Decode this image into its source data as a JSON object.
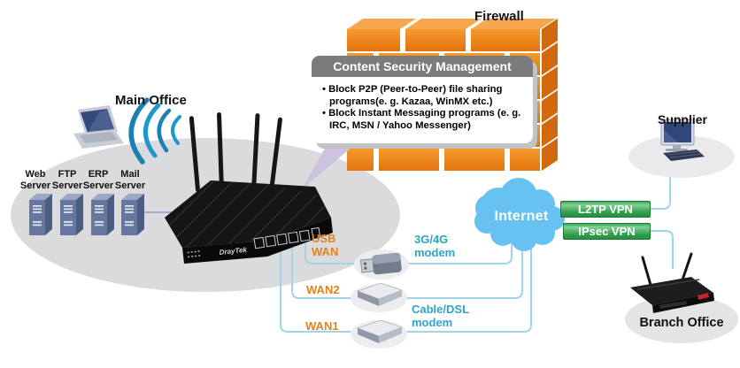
{
  "labels": {
    "firewall": "Firewall",
    "main_office": "Main Office",
    "supplier": "Supplier",
    "branch_office": "Branch Office",
    "internet": "Internet"
  },
  "servers": [
    "Web\nServer",
    "FTP\nServer",
    "ERP\nServer",
    "Mail\nServer"
  ],
  "wan_labels": {
    "usb_wan": "USB\nWAN",
    "wan2": "WAN2",
    "wan1": "WAN1"
  },
  "modem_labels": {
    "modem_3g4g": "3G/4G\nmodem",
    "modem_cable_dsl": "Cable/DSL\nmodem"
  },
  "vpn_banners": {
    "l2tp": "L2TP VPN",
    "ipsec": "IPsec VPN"
  },
  "csm": {
    "title": "Content Security Management",
    "bullets": [
      "Block P2P (Peer-to-Peer) file sharing programs(e. g. Kazaa, WinMX etc.)",
      "Block Instant Messaging programs (e. g. IRC, MSN / Yahoo Messenger)"
    ]
  },
  "router_brand": "DrayTek",
  "icons": {
    "firewall": "brick-wall-icon",
    "main_router": "wireless-router-icon",
    "laptop": "laptop-icon",
    "servers": "server-tower-icon",
    "internet": "cloud-icon",
    "usb_modem": "usb-dongle-icon",
    "modems": "modem-box-icon",
    "supplier": "desktop-pc-icon",
    "branch": "branch-router-icon",
    "wifi": "wifi-waves-icon"
  },
  "colors": {
    "brick_orange": "#EE821A",
    "brick_top": "#F7A74F",
    "brick_side": "#D2690E",
    "cloud_blue": "#67C2F1",
    "vpn_green": "#2E9C4D",
    "wan_label_orange": "#E0821E",
    "modem_label_cyan": "#2BA6CB",
    "line_cyan": "#9ED6E8",
    "line_purple": "#B5A3CF",
    "csm_titlebar_gray": "#7B7B7D",
    "ellipse_gray": "#DBDBDD"
  }
}
